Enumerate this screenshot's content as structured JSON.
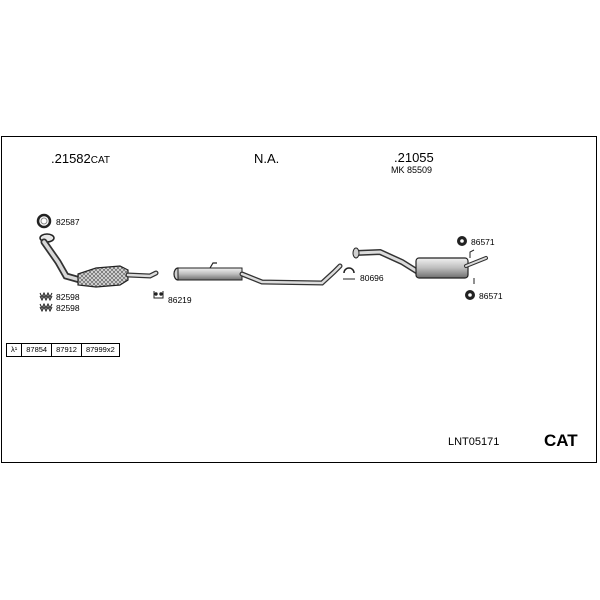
{
  "diagram": {
    "section_labels": {
      "front": {
        "main": ".21582",
        "suffix": "CAT"
      },
      "middle": "N.A.",
      "rear": {
        "main": ".21055",
        "sub": "MK 85509"
      }
    },
    "refs": {
      "gasket_top": "82587",
      "spring_1": "82598",
      "spring_2": "82598",
      "clamp_middle": "86219",
      "clamp_rear": "80696",
      "rubber_upper": "86571",
      "rubber_lower": "86571"
    },
    "ident_table": {
      "symbol": "λ¹",
      "cells": [
        "87854",
        "87912",
        "87999x2"
      ]
    },
    "footer": {
      "code": "LNT05171",
      "badge": "CAT"
    }
  }
}
